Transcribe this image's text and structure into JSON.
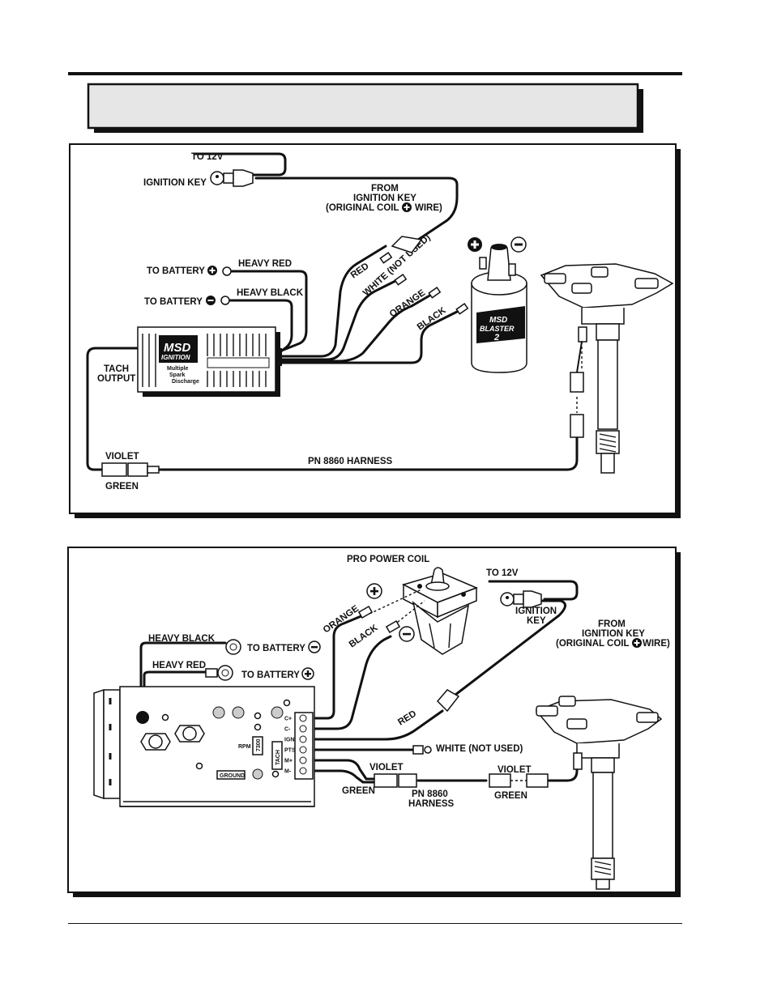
{
  "diagram1": {
    "to_12v": "TO 12V",
    "ignition_key": "IGNITION KEY",
    "from_key_1": "FROM",
    "from_key_2": "IGNITION KEY",
    "from_key_3": "(ORIGINAL COIL",
    "from_key_4": "WIRE)",
    "to_battery_pos": "TO BATTERY",
    "heavy_red": "HEAVY RED",
    "to_battery_neg": "TO BATTERY",
    "heavy_black": "HEAVY BLACK",
    "red": "RED",
    "white_not_used": "WHITE (NOT USED)",
    "orange": "ORANGE",
    "black": "BLACK",
    "tach_1": "TACH",
    "tach_2": "OUTPUT",
    "violet": "VIOLET",
    "green": "GREEN",
    "harness": "PN 8860 HARNESS",
    "box_logo_1": "MSD",
    "box_logo_2": "IGNITION",
    "box_text_1": "Multiple",
    "box_text_2": "Spark",
    "box_text_3": "Discharge",
    "coil_logo_1": "MSD",
    "coil_logo_2": "BLASTER",
    "coil_logo_3": "2"
  },
  "diagram2": {
    "pro_power_coil": "PRO POWER COIL",
    "to_12v": "TO 12V",
    "ignition_1": "IGNITION",
    "ignition_2": "KEY",
    "from_key_1": "FROM",
    "from_key_2": "IGNITION KEY",
    "from_key_3": "(ORIGINAL COIL",
    "from_key_4": "WIRE)",
    "heavy_black": "HEAVY BLACK",
    "to_battery_neg": "TO BATTERY",
    "heavy_red": "HEAVY RED",
    "to_battery_pos": "TO BATTERY",
    "orange": "ORANGE",
    "black": "BLACK",
    "red": "RED",
    "white_not_used": "WHITE (NOT USED)",
    "violet_1": "VIOLET",
    "green_1": "GREEN",
    "harness_1": "PN 8860",
    "harness_2": "HARNESS",
    "violet_2": "VIOLET",
    "green_2": "GREEN",
    "terminals": [
      "C+",
      "C-",
      "IGN",
      "PTS",
      "M+",
      "M-"
    ],
    "rpm": "RPM",
    "rpm_module": "7300",
    "tach": "TACH",
    "ground": "GROUND"
  }
}
